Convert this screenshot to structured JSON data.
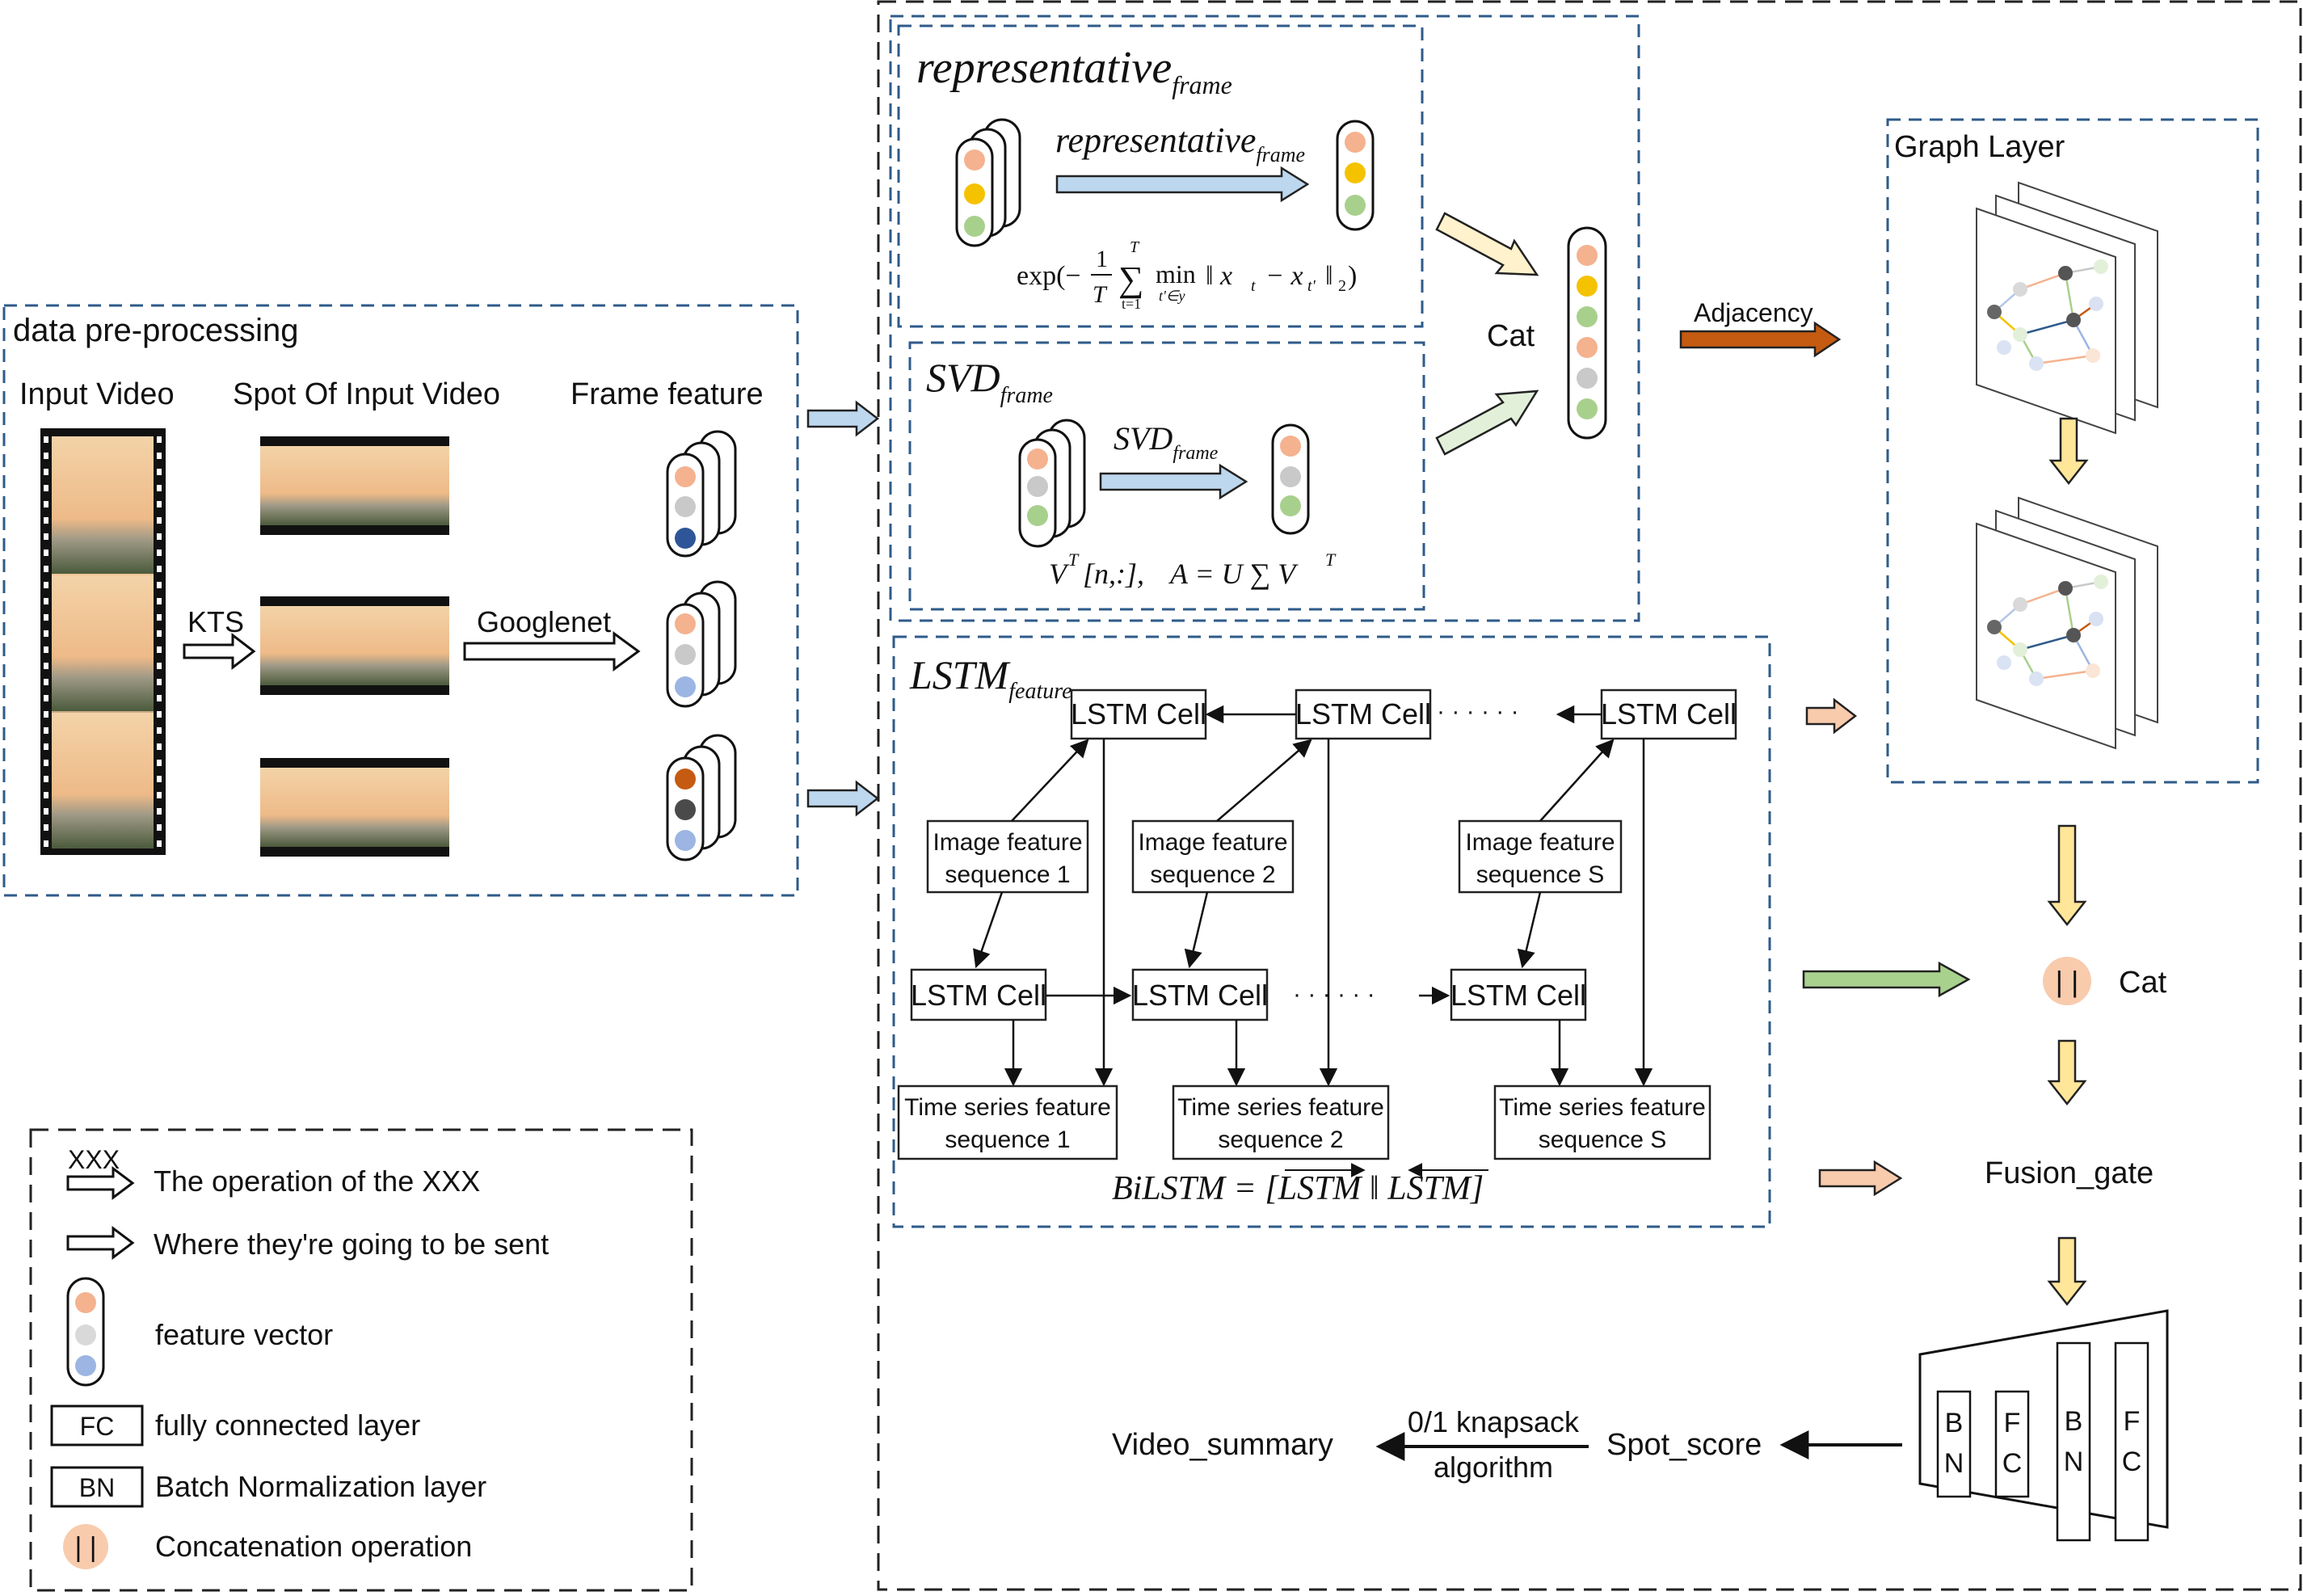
{
  "preprocessing": {
    "title": "data pre-processing",
    "input_video": "Input Video",
    "spot_of_input_video": "Spot Of Input Video",
    "frame_feature": "Frame feature",
    "kts": "KTS",
    "googlenet": "Googlenet"
  },
  "representative": {
    "title_main": "representative",
    "title_sub": "frame",
    "arrow_main": "representative",
    "arrow_sub": "frame",
    "formula": "exp(− 1/T ∑ min ‖ x_t − x_t' ‖₂)",
    "formula_parts": {
      "exp": "exp(−",
      "one": "1",
      "T": "T",
      "sum_top": "T",
      "sum": "∑",
      "sum_bottom": "t=1",
      "min": "min",
      "min_sub": "t'∈y",
      "norm": "‖ x",
      "xt_sub": "t",
      "minus": "− x",
      "xtp_sub": "t'",
      "end": "‖",
      "end_sub": "2",
      "close": ")"
    }
  },
  "svd": {
    "title_main": "SVD",
    "title_sub": "frame",
    "arrow_main": "SVD",
    "arrow_sub": "frame",
    "formula_left": "V",
    "formula_left_sup": "T",
    "formula_left_rest": "[n,:],",
    "formula_right": "A = U ∑ V",
    "formula_right_sup": "T"
  },
  "cat_top": "Cat",
  "adjacency": "Adjacency",
  "graph_layer": "Graph Layer",
  "lstm": {
    "title_main": "LSTM",
    "title_sub": "feature",
    "cell": "LSTM Cell",
    "dots": "· · · · · ·",
    "image_seq": [
      [
        "Image feature",
        "sequence 1"
      ],
      [
        "Image feature",
        "sequence 2"
      ],
      [
        "Image feature",
        "sequence S"
      ]
    ],
    "time_seq": [
      [
        "Time series feature",
        "sequence 1"
      ],
      [
        "Time series feature",
        "sequence 2"
      ],
      [
        "Time series feature",
        "sequence S"
      ]
    ],
    "bilstm_left": "BiLSTM = [",
    "bilstm_a": "LSTM",
    "bilstm_mid": " ‖ ",
    "bilstm_b": "LSTM",
    "bilstm_close": "]"
  },
  "cat_concat_symbol": "| |",
  "cat_right": "Cat",
  "fusion_gate": "Fusion_gate",
  "spot_score": "Spot_score",
  "knapsack": [
    "0/1 knapsack",
    "algorithm"
  ],
  "video_summary": "Video_summary",
  "decoder": [
    "B",
    "N",
    "F",
    "C",
    "B",
    "N",
    "F",
    "C"
  ],
  "legend": {
    "xxx": "XXX",
    "operation": "The operation of the XXX",
    "where": "Where they're going to be sent",
    "feature_vector": "feature vector",
    "fc_box": "FC",
    "fc_label": "fully connected layer",
    "bn_box": "BN",
    "bn_label": "Batch Normalization layer",
    "concat_symbol": "| |",
    "concat_label": "Concatenation operation"
  },
  "colors": {
    "dash_blue": "#2f5b8a",
    "dot_orange": "#f4b28f",
    "dot_yellow": "#f5c200",
    "dot_green": "#a8d08d",
    "dot_gray": "#c9c9c9",
    "dot_navy": "#2e5597",
    "dot_lightblue": "#9cb5e2",
    "dot_darkorange": "#c55a11",
    "dot_darkgray": "#4a4a4a",
    "arrow_blue": "#bdd7ee",
    "arrow_yellow": "#ffe699",
    "arrow_green": "#a9d18e",
    "arrow_peach": "#f8cbad",
    "arrow_brown": "#c55a11",
    "concat_circle": "#f8cbad"
  }
}
